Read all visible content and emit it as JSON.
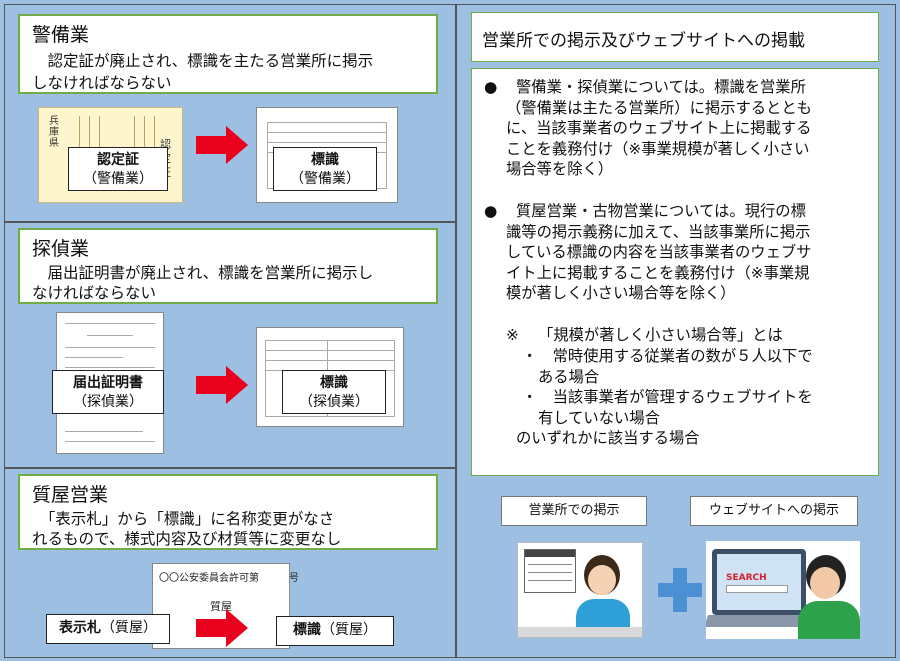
{
  "security": {
    "title": "警備業",
    "body1": "　認定証が廃止され、標識を主たる営業所に掲示",
    "body2": "しなければならない",
    "from_label": "認定証",
    "from_sub": "（警備業）",
    "to_label": "標識",
    "to_sub": "（警備業）",
    "cert_side_left": "兵庫県",
    "cert_side_right": "認定証"
  },
  "detective": {
    "title": "探偵業",
    "body1": "　届出証明書が廃止され、標識を営業所に掲示し",
    "body2": "なければならない",
    "from_label": "届出証明書",
    "from_sub": "（探偵業）",
    "to_label": "標識",
    "to_sub": "（探偵業）"
  },
  "pawn": {
    "title": "質屋営業",
    "body1": "　「表示札」から「標識」に名称変更がなさ",
    "body2": "れるもので、様式内容及び材質等に変更なし",
    "doc_header": "〇〇公安委員会許可第　　　号",
    "doc_center": "質屋",
    "from_label": "表示札",
    "from_sub": "（質屋）",
    "to_label": "標識",
    "to_sub": "（質屋）"
  },
  "right": {
    "title": "営業所での掲示及びウェブサイトへの掲載",
    "p1_bullet": "●",
    "p1_lines": [
      "警備業・探偵業については。標識を営業所",
      "（警備業は主たる営業所）に掲示するととも",
      "に、当該事業者のウェブサイト上に掲載する",
      "ことを義務付け（※事業規模が著しく小さい",
      "場合等を除く）"
    ],
    "p2_bullet": "●",
    "p2_lines": [
      "質屋営業・古物営業については。現行の標",
      "識等の掲示義務に加えて、当該事業所に掲示",
      "している標識の内容を当該事業者のウェブサ",
      "イト上に掲載することを義務付け（※事業規",
      "模が著しく小さい場合等を除く）"
    ],
    "note_mark": "※",
    "note_title": "「規模が著しく小さい場合等」とは",
    "note_b1a": "・　常時使用する従業者の数が５人以下で",
    "note_b1b": "ある場合",
    "note_b2a": "・　当該事業者が管理するウェブサイトを",
    "note_b2b": "有していない場合",
    "note_end": "のいずれかに該当する場合",
    "caption_office": "営業所での掲示",
    "caption_web": "ウェブサイトへの掲示",
    "search_text": "SEARCH"
  },
  "colors": {
    "background": "#9dc0e2",
    "green_border": "#70ad47",
    "arrow_red": "#e8001c",
    "plus_blue": "#4a90d2"
  }
}
